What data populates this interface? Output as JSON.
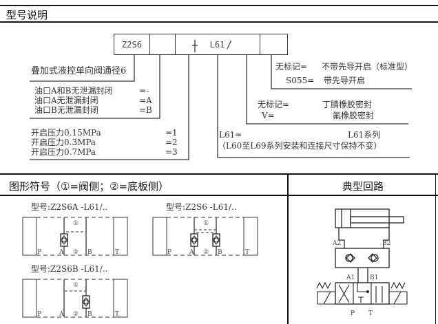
{
  "section1": {
    "title": "型号说明"
  },
  "code_boxes": [
    "Z2S6",
    "",
    "L61",
    ""
  ],
  "code_slash": "/",
  "left_options": {
    "size_label": "叠加式液控单向阀通径6",
    "ports": [
      {
        "label": "油口A和B无泄漏封闭",
        "code": "=-"
      },
      {
        "label": "油口A无泄漏封闭",
        "code": "=A"
      },
      {
        "label": "油口B无泄漏封闭",
        "code": "=B"
      }
    ],
    "pressure": [
      {
        "label": "开启压力0.15MPa",
        "code": "=1"
      },
      {
        "label": "开启压力0.3MPa",
        "code": "=2"
      },
      {
        "label": "开启压力0.7MPa",
        "code": "=3"
      }
    ]
  },
  "right_options": {
    "pilot": [
      {
        "code": "无标记=",
        "label": "不带先导开启（标准型）"
      },
      {
        "code": "S055=",
        "label": "带先导开启"
      }
    ],
    "seal": [
      {
        "code": "无标记=",
        "label": "丁腈橡胶密封"
      },
      {
        "code": "V=",
        "label": "氟橡胶密封"
      }
    ],
    "series": {
      "code": "L61=",
      "label": "L61系列",
      "note": "（L60至L69系列安装和连接尺寸保持不变）"
    }
  },
  "section2": {
    "title": "图形符号（①=阀侧；②=底板侧）"
  },
  "section3": {
    "title": "典型回路"
  },
  "symbols": [
    {
      "model": "型号:Z2S6A -L61/.."
    },
    {
      "model": "型号:Z2S6 -L61/.."
    },
    {
      "model": "型号:Z2S6B -L61/.."
    }
  ],
  "port_labels": {
    "p": "P",
    "a": "A",
    "b": "B",
    "t": "T",
    "one": "①",
    "two": "②"
  },
  "circuit_labels": {
    "a2": "A2",
    "b2": "B2",
    "a1": "A1",
    "b1": "B1",
    "p": "P",
    "t": "T"
  }
}
